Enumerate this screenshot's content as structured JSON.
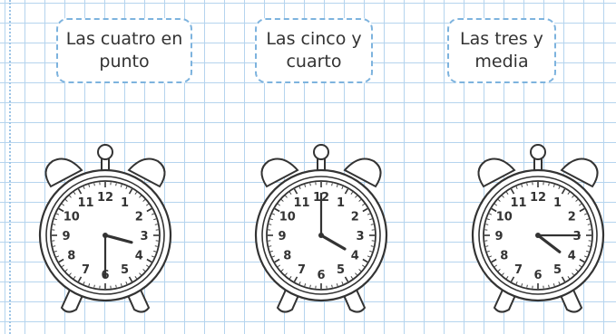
{
  "cards": [
    {
      "line1": "Las cuatro en",
      "line2": "punto"
    },
    {
      "line1": "Las cinco y",
      "line2": "cuarto"
    },
    {
      "line1": "Las tres y",
      "line2": "media"
    }
  ],
  "clock_numerals": [
    "12",
    "1",
    "2",
    "3",
    "4",
    "5",
    "6",
    "7",
    "8",
    "9",
    "10",
    "11"
  ],
  "clocks": [
    {
      "name": "alarm-clock-1",
      "hour": 3,
      "minute": 30
    },
    {
      "name": "alarm-clock-2",
      "hour": 4,
      "minute": 0
    },
    {
      "name": "alarm-clock-3",
      "hour": 4,
      "minute": 15
    }
  ],
  "colors": {
    "grid": "#b5d4ee",
    "card_border": "#7db3de",
    "ink": "#333333"
  }
}
